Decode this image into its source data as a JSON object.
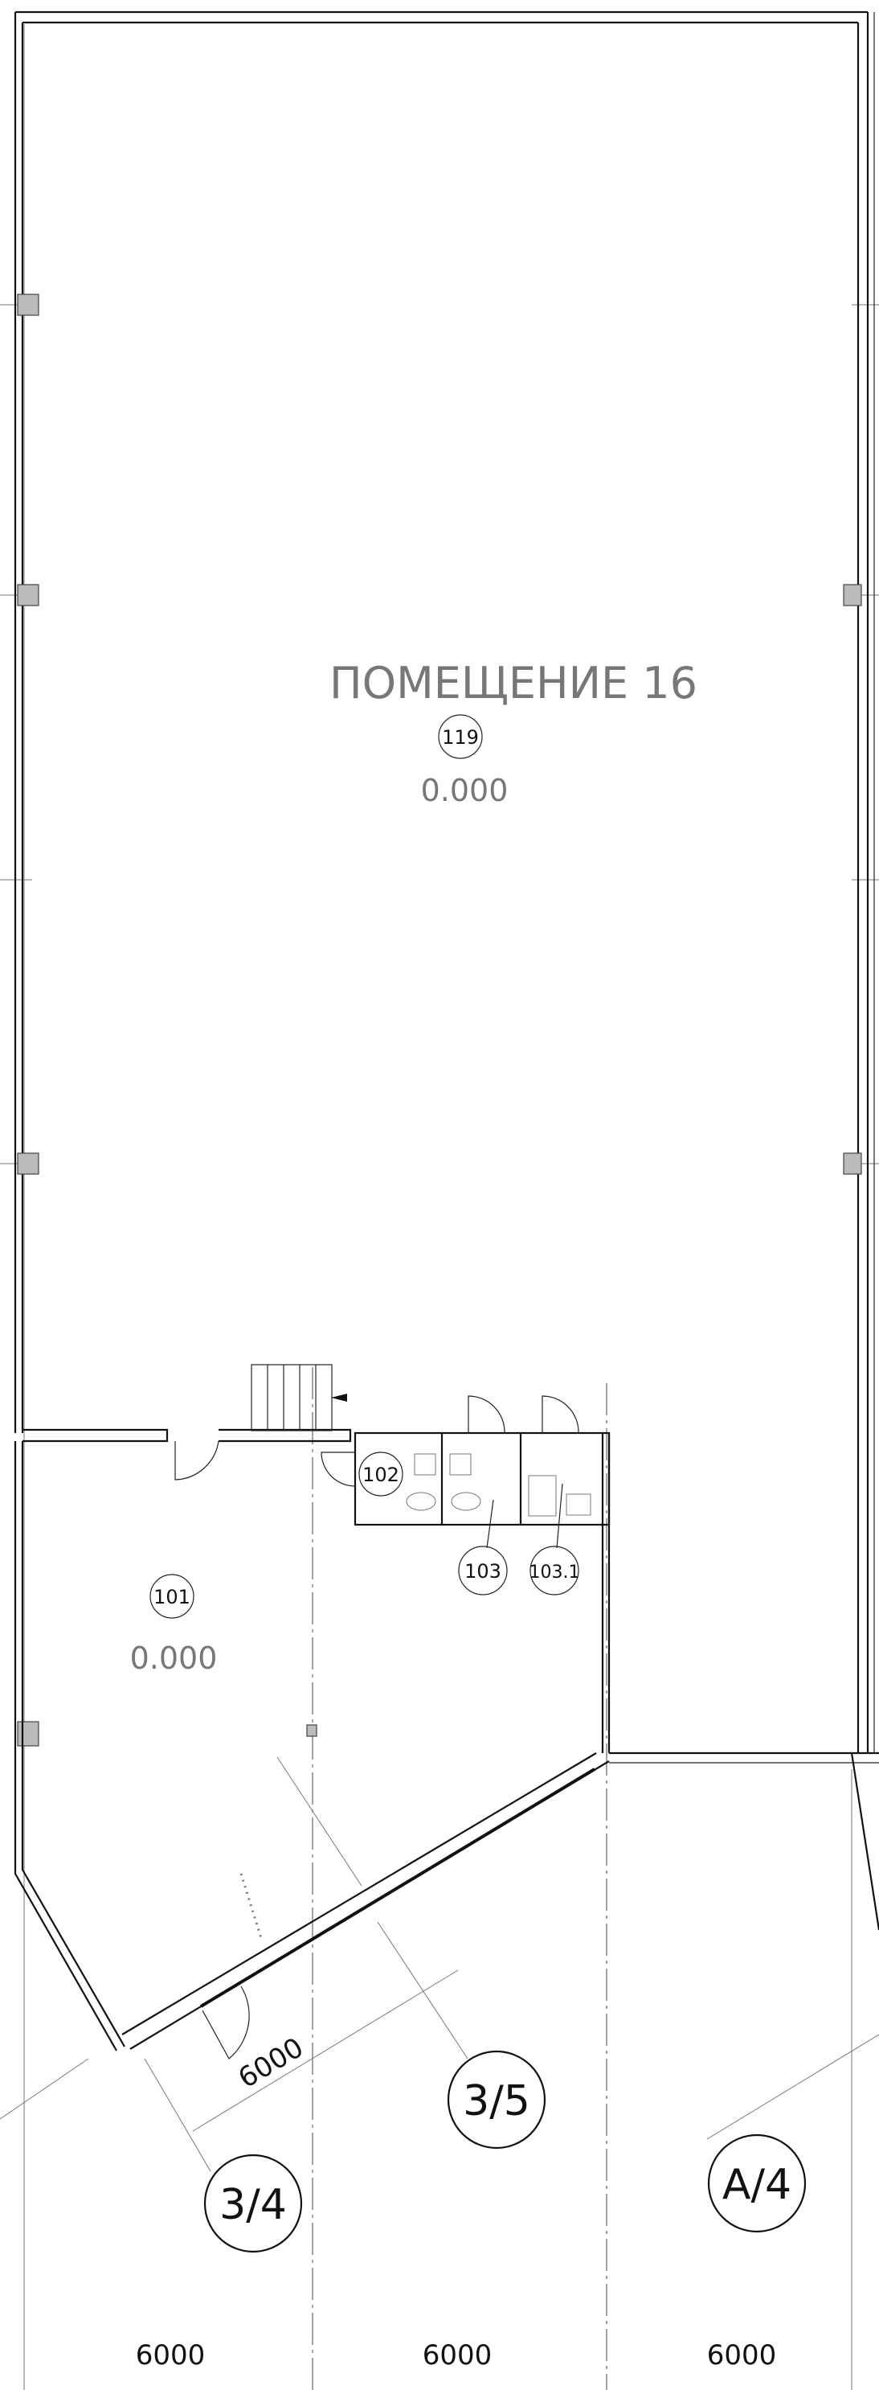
{
  "plan": {
    "main_room": {
      "name": "ПОМЕЩЕНИЕ 16",
      "number": "119",
      "elevation": "0.000"
    },
    "rooms": [
      {
        "number": "101",
        "elevation": "0.000"
      },
      {
        "number": "102"
      },
      {
        "number": "103"
      },
      {
        "number": "103.1"
      }
    ],
    "grid_axes": [
      "3/5",
      "3/4",
      "A/4"
    ],
    "dimensions": {
      "diagonal": "6000",
      "bottom": [
        "6000",
        "6000",
        "6000"
      ]
    }
  }
}
